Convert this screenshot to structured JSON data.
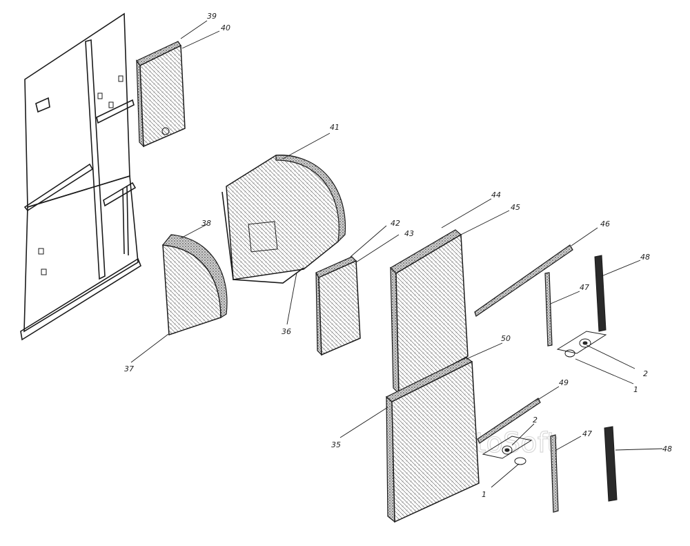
{
  "watermark": "AvtoSoft",
  "callouts": [
    {
      "id": "39",
      "text": "39"
    },
    {
      "id": "40",
      "text": "40"
    },
    {
      "id": "41",
      "text": "41"
    },
    {
      "id": "38",
      "text": "38"
    },
    {
      "id": "36",
      "text": "36"
    },
    {
      "id": "37",
      "text": "37"
    },
    {
      "id": "42",
      "text": "42"
    },
    {
      "id": "43",
      "text": "43"
    },
    {
      "id": "44",
      "text": "44"
    },
    {
      "id": "45",
      "text": "45"
    },
    {
      "id": "46",
      "text": "46"
    },
    {
      "id": "47a",
      "text": "47"
    },
    {
      "id": "48a",
      "text": "48"
    },
    {
      "id": "2a",
      "text": "2"
    },
    {
      "id": "1a",
      "text": "1"
    },
    {
      "id": "50",
      "text": "50"
    },
    {
      "id": "49",
      "text": "49"
    },
    {
      "id": "2b",
      "text": "2"
    },
    {
      "id": "47b",
      "text": "47"
    },
    {
      "id": "48b",
      "text": "48"
    },
    {
      "id": "35",
      "text": "35"
    },
    {
      "id": "1b",
      "text": "1"
    }
  ],
  "colors": {
    "ink": "#1a1a1a",
    "paper": "#ffffff",
    "watermark": "#d9d9d9"
  }
}
